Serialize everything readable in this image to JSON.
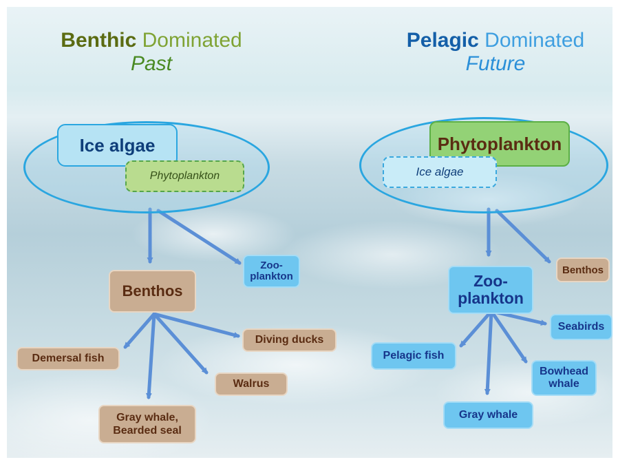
{
  "left": {
    "title_bold": "Benthic",
    "title_rest": "Dominated",
    "subtitle": "Past",
    "primary": "Ice algae",
    "secondary": "Phytoplankton",
    "hub": "Benthos",
    "side": "Zoo-\nplankton",
    "consumers": [
      "Demersal fish",
      "Diving ducks",
      "Walrus",
      "Gray whale,\nBearded seal"
    ]
  },
  "right": {
    "title_bold": "Pelagic",
    "title_rest": "Dominated",
    "subtitle": "Future",
    "primary": "Phytoplankton",
    "secondary": "Ice algae",
    "hub": "Zoo-\nplankton",
    "side": "Benthos",
    "consumers": [
      "Pelagic fish",
      "Seabirds",
      "Bowhead\nwhale",
      "Gray whale"
    ]
  },
  "colors": {
    "arrow": "#5b8fd6",
    "ellipse": "#2aa6e0",
    "benthic_title": "#5b6b12",
    "pelagic_title": "#145fa8"
  }
}
